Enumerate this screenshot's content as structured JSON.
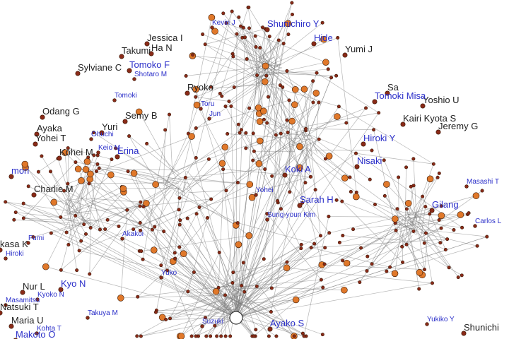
{
  "colors": {
    "edge": "#7f7f7f",
    "node_small": "#8a2a18",
    "node_large": "#e0782a",
    "node_hub": "#ffffff",
    "label_blue": "#2b2fc9",
    "label_black": "#222222"
  },
  "nodes": [
    {
      "id": "jessica_i",
      "label": "Jessica I",
      "color": "black",
      "size": 2
    },
    {
      "id": "kevin_j",
      "label": "Kevin J",
      "color": "blue",
      "size": 1
    },
    {
      "id": "shunichiro_y",
      "label": "Shunichiro Y",
      "color": "blue",
      "size": 2
    },
    {
      "id": "ha_n",
      "label": "Ha N",
      "color": "black",
      "size": 2
    },
    {
      "id": "takumi",
      "label": "Takumi",
      "color": "black",
      "size": 2
    },
    {
      "id": "yumi_j",
      "label": "Yumi J",
      "color": "black",
      "size": 2
    },
    {
      "id": "hide",
      "label": "Hide",
      "color": "blue",
      "size": 2
    },
    {
      "id": "sylviane_c",
      "label": "Sylviane C",
      "color": "black",
      "size": 2
    },
    {
      "id": "tomoko_f",
      "label": "Tomoko F",
      "color": "blue",
      "size": 2
    },
    {
      "id": "shotaro_m",
      "label": "Shotaro M",
      "color": "blue",
      "size": 1
    },
    {
      "id": "ryoko",
      "label": "Ryoko",
      "color": "black",
      "size": 2
    },
    {
      "id": "sa",
      "label": "Sa",
      "color": "black",
      "size": 2
    },
    {
      "id": "yoshio_u",
      "label": "Yoshio U",
      "color": "black",
      "size": 2
    },
    {
      "id": "tomoki",
      "label": "Tomoki",
      "color": "blue",
      "size": 1
    },
    {
      "id": "tomoki_misa",
      "label": "Tomoki Misa",
      "color": "blue",
      "size": 2
    },
    {
      "id": "toru",
      "label": "Toru",
      "color": "blue",
      "size": 1
    },
    {
      "id": "odang_g",
      "label": "Odang G",
      "color": "black",
      "size": 2
    },
    {
      "id": "semy_b",
      "label": "Semy B",
      "color": "black",
      "size": 2
    },
    {
      "id": "kairi_kyota_s",
      "label": "Kairi Kyota S",
      "color": "black",
      "size": 2
    },
    {
      "id": "ayaka",
      "label": "Ayaka",
      "color": "black",
      "size": 2
    },
    {
      "id": "yuri",
      "label": "Yuri",
      "color": "black",
      "size": 2
    },
    {
      "id": "jeremy_g",
      "label": "Jeremy G",
      "color": "black",
      "size": 2
    },
    {
      "id": "yohei_t",
      "label": "Yohei T",
      "color": "black",
      "size": 2
    },
    {
      "id": "ohuchi",
      "label": "Ohuchi",
      "color": "blue",
      "size": 1
    },
    {
      "id": "jun",
      "label": "Jun",
      "color": "blue",
      "size": 1
    },
    {
      "id": "hiroki_y",
      "label": "Hiroki Y",
      "color": "blue",
      "size": 2
    },
    {
      "id": "kohei_m",
      "label": "Kohei M",
      "color": "black",
      "size": 2
    },
    {
      "id": "keio_m",
      "label": "Keio M",
      "color": "blue",
      "size": 1
    },
    {
      "id": "erina",
      "label": "Erina",
      "color": "blue",
      "size": 2
    },
    {
      "id": "nisaki",
      "label": "Nisaki",
      "color": "blue",
      "size": 2
    },
    {
      "id": "koki_a",
      "label": "Koki A",
      "color": "blue",
      "size": 2
    },
    {
      "id": "mori",
      "label": "mori",
      "color": "blue",
      "size": 2
    },
    {
      "id": "charlie_m",
      "label": "Charlie M",
      "color": "black",
      "size": 2
    },
    {
      "id": "masashi_t",
      "label": "Masashi T",
      "color": "blue",
      "size": 1
    },
    {
      "id": "yohei",
      "label": "Yohei",
      "color": "blue",
      "size": 1
    },
    {
      "id": "sarah_h",
      "label": "Sarah H",
      "color": "blue",
      "size": 2
    },
    {
      "id": "gilang",
      "label": "Gilang",
      "color": "blue",
      "size": 2
    },
    {
      "id": "sung_youn_kim",
      "label": "Sung-youn Kim",
      "color": "blue",
      "size": 1
    },
    {
      "id": "akakoi",
      "label": "Akakoi",
      "color": "blue",
      "size": 1
    },
    {
      "id": "fumi",
      "label": "Fumi",
      "color": "blue",
      "size": 1
    },
    {
      "id": "kasa_k",
      "label": "kasa K",
      "color": "black",
      "size": 2
    },
    {
      "id": "hiroki",
      "label": "Hiroki",
      "color": "blue",
      "size": 1
    },
    {
      "id": "carlos_l",
      "label": "Carlos L",
      "color": "blue",
      "size": 1
    },
    {
      "id": "kyo_n",
      "label": "Kyo N",
      "color": "blue",
      "size": 2
    },
    {
      "id": "nur_l",
      "label": "Nur L",
      "color": "black",
      "size": 2
    },
    {
      "id": "masamitsu",
      "label": "Masamitsu",
      "color": "blue",
      "size": 1
    },
    {
      "id": "natsuki_t",
      "label": "Natsuki T",
      "color": "black",
      "size": 2
    },
    {
      "id": "kyoko_n",
      "label": "Kyoko N",
      "color": "blue",
      "size": 1
    },
    {
      "id": "takuya_m",
      "label": "Takuya M",
      "color": "blue",
      "size": 1
    },
    {
      "id": "maria_u",
      "label": "Maria U",
      "color": "black",
      "size": 2
    },
    {
      "id": "kohta_t",
      "label": "Kohta T",
      "color": "blue",
      "size": 1
    },
    {
      "id": "makoto_o",
      "label": "Makoto O",
      "color": "blue",
      "size": 2
    },
    {
      "id": "yuko",
      "label": "Yuko",
      "color": "blue",
      "size": 1
    },
    {
      "id": "suzuki",
      "label": "Suzuki",
      "color": "blue",
      "size": 1
    },
    {
      "id": "ayako_s",
      "label": "Ayako S",
      "color": "blue",
      "size": 2
    },
    {
      "id": "yukiko_y",
      "label": "Yukiko Y",
      "color": "blue",
      "size": 1
    },
    {
      "id": "shunichi",
      "label": "Shunichi",
      "color": "black",
      "size": 2
    }
  ]
}
